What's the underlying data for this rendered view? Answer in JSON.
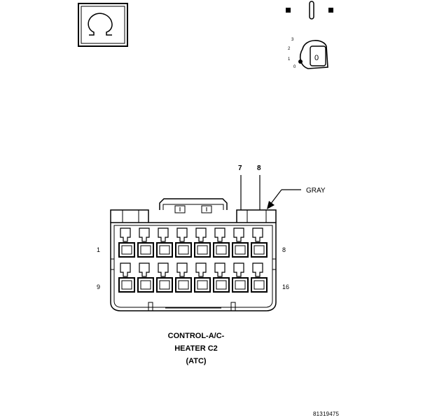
{
  "ohm_symbol": "Ω",
  "key_switch": {
    "positions": [
      "3",
      "2",
      "1",
      "0"
    ],
    "key_label": "0"
  },
  "connector": {
    "color_label": "GRAY",
    "pin_callouts": [
      "7",
      "8"
    ],
    "row1_start": "1",
    "row1_end": "8",
    "row2_start": "9",
    "row2_end": "16"
  },
  "caption": {
    "line1": "CONTROL-A/C-",
    "line2": "HEATER C2",
    "line3": "(ATC)"
  },
  "figure_ref": "81319475"
}
